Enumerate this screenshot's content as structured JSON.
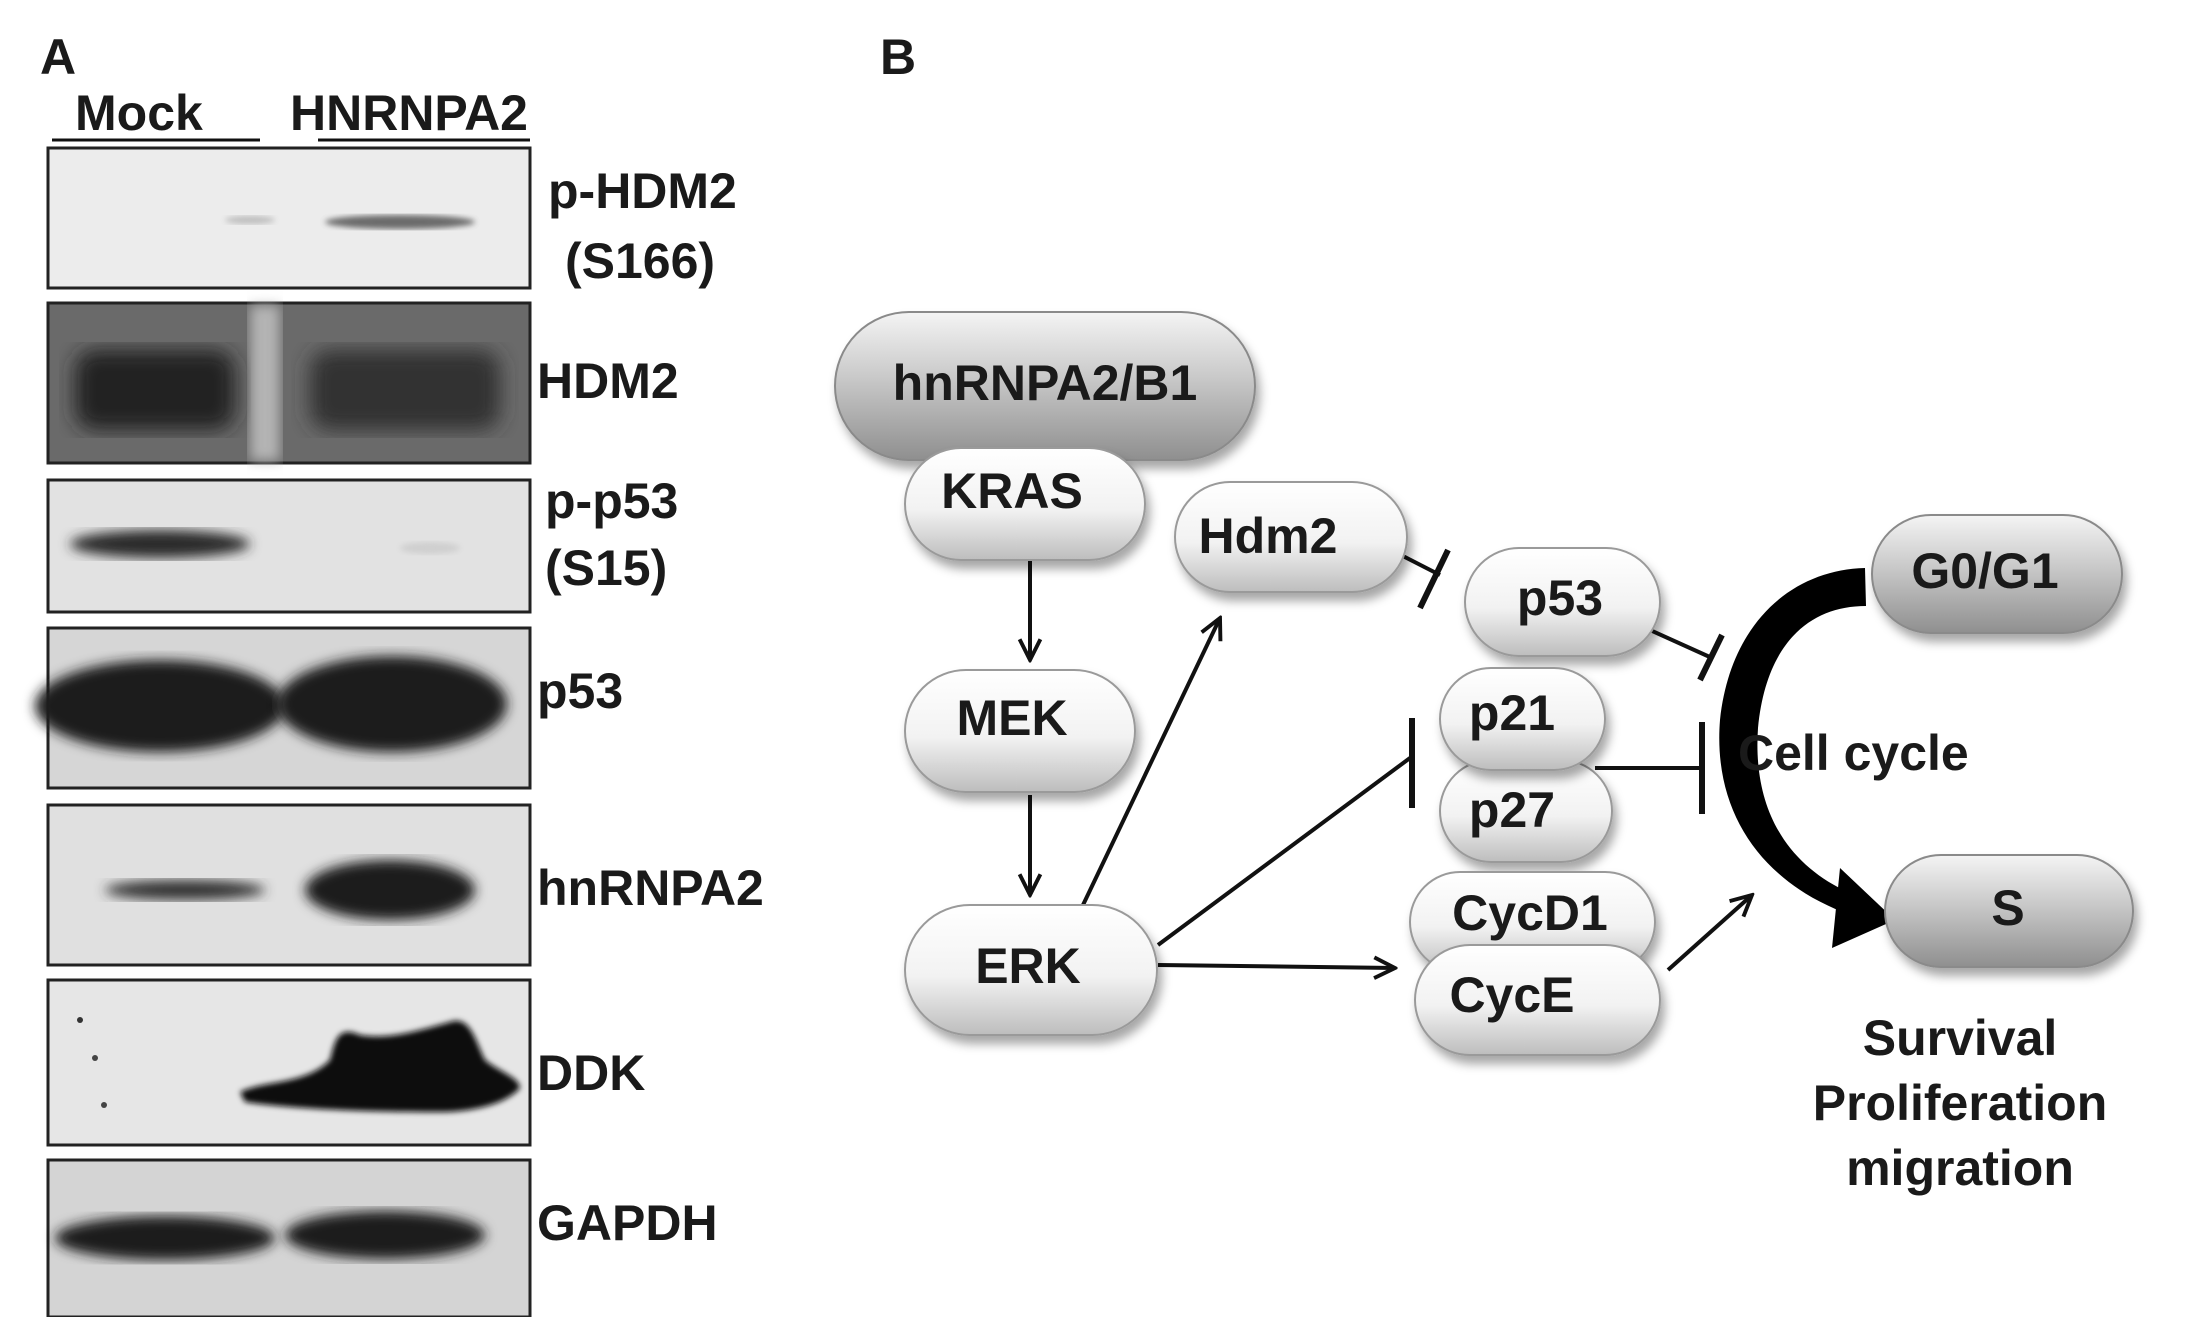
{
  "figure": {
    "panel_a_letter": "A",
    "panel_b_letter": "B"
  },
  "panel_a": {
    "column_headers": [
      "Mock",
      "HNRNPA2"
    ],
    "blots": [
      {
        "label_lines": [
          "p-HDM2",
          "(S166)"
        ]
      },
      {
        "label_lines": [
          "HDM2"
        ]
      },
      {
        "label_lines": [
          "p-p53",
          "(S15)"
        ]
      },
      {
        "label_lines": [
          "p53"
        ]
      },
      {
        "label_lines": [
          "hnRNPA2"
        ]
      },
      {
        "label_lines": [
          "DDK"
        ]
      },
      {
        "label_lines": [
          "GAPDH"
        ]
      }
    ]
  },
  "panel_b": {
    "nodes": {
      "hnrnpa2b1": "hnRNPA2/B1",
      "kras": "KRAS",
      "mek": "MEK",
      "erk": "ERK",
      "hdm2": "Hdm2",
      "p53": "p53",
      "p21": "p21",
      "p27": "p27",
      "cycd1": "CycD1",
      "cyce": "CycE",
      "g0g1": "G0/G1",
      "s": "S"
    },
    "cell_cycle_label": "Cell cycle",
    "outcome_lines": [
      "Survival",
      "Proliferation",
      "migration"
    ]
  }
}
